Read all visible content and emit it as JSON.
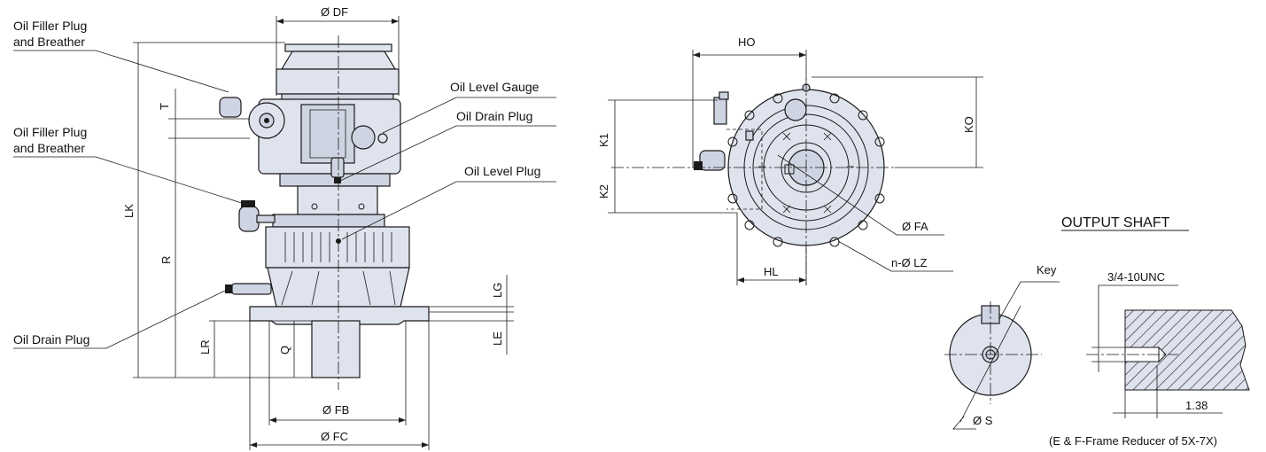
{
  "callouts": {
    "filler_top": [
      "Oil Filler Plug",
      "and Breather"
    ],
    "filler_mid": [
      "Oil Filler Plug",
      "and Breather"
    ],
    "drain_left": "Oil Drain Plug",
    "level_gauge": "Oil Level Gauge",
    "drain_right": "Oil Drain Plug",
    "level_plug": "Oil Level Plug",
    "key": "Key"
  },
  "dimensions": {
    "df": "Ø DF",
    "t": "T",
    "lk": "LK",
    "r": "R",
    "lr": "LR",
    "q": "Q",
    "lg": "LG",
    "le": "LE",
    "fb": "Ø FB",
    "fc": "Ø FC",
    "ho": "HO",
    "k1": "K1",
    "k2": "K2",
    "ko": "KO",
    "fa": "Ø FA",
    "hl": "HL",
    "lz": "n-Ø LZ",
    "s": "Ø S",
    "thread": "3/4-10UNC",
    "depth": "1.38"
  },
  "output_shaft": {
    "title": "OUTPUT SHAFT",
    "note": "(E & F-Frame Reducer of 5X-7X)"
  }
}
